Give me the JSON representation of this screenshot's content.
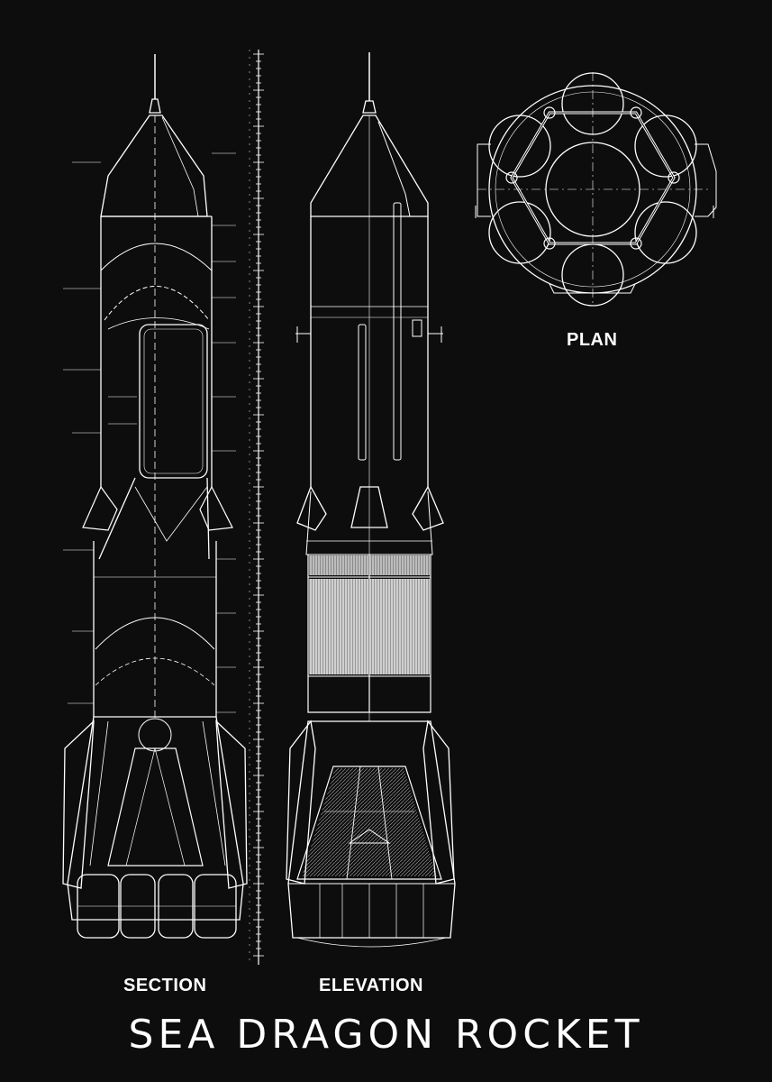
{
  "poster": {
    "title": "SEA DRAGON ROCKET",
    "background_color": "#0d0d0d",
    "line_color": "#ffffff"
  },
  "views": {
    "plan_label": "PLAN",
    "section_label": "SECTION",
    "elevation_label": "ELEVATION"
  }
}
